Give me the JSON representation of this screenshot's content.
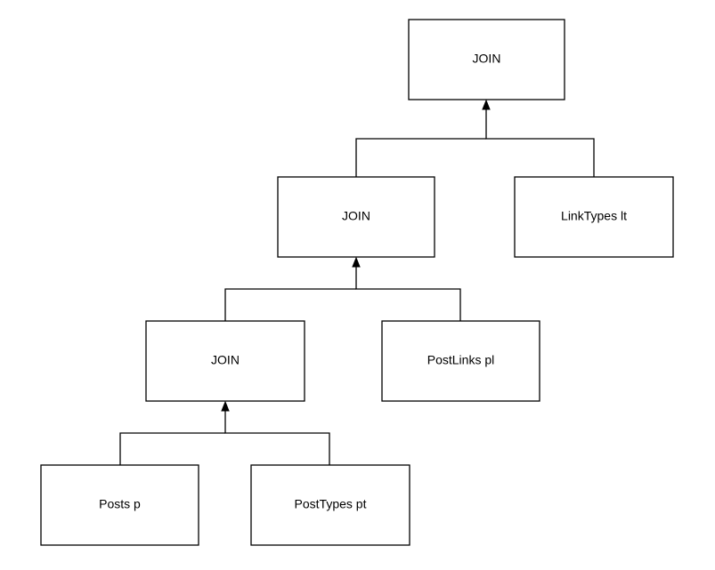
{
  "diagram": {
    "nodes": {
      "join_top": {
        "label": "JOIN"
      },
      "join_middle": {
        "label": "JOIN"
      },
      "join_bottom": {
        "label": "JOIN"
      },
      "link_types": {
        "label": "LinkTypes lt"
      },
      "post_links": {
        "label": "PostLinks pl"
      },
      "posts": {
        "label": "Posts p"
      },
      "post_types": {
        "label": "PostTypes pt"
      }
    },
    "edges": [
      {
        "from": "join_middle",
        "to": "join_top"
      },
      {
        "from": "link_types",
        "to": "join_top"
      },
      {
        "from": "join_bottom",
        "to": "join_middle"
      },
      {
        "from": "post_links",
        "to": "join_middle"
      },
      {
        "from": "posts",
        "to": "join_bottom"
      },
      {
        "from": "post_types",
        "to": "join_bottom"
      }
    ],
    "colors": {
      "stroke": "#000000",
      "fill": "#ffffff",
      "text": "#000000"
    }
  }
}
